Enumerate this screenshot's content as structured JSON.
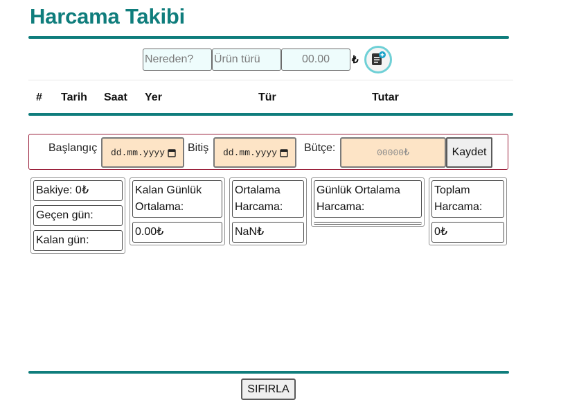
{
  "title": "Harcama Takibi",
  "entry": {
    "place_placeholder": "Nereden?",
    "type_placeholder": "Ürün türü",
    "amount_placeholder": "00.00",
    "currency": "₺",
    "add_icon": "add-note-icon"
  },
  "table": {
    "headers": [
      "#",
      "Tarih",
      "Saat",
      "Yer",
      "Tür",
      "Tutar"
    ]
  },
  "budget": {
    "start_label": "Başlangıç",
    "start_value": "dd.mm.yyyy",
    "end_label": "Bitiş",
    "end_value": "dd.mm.yyyy",
    "budget_label": "Bütçe:",
    "budget_placeholder": "00000₺",
    "save_label": "Kaydet"
  },
  "stats": {
    "balance": "Bakiye: 0₺",
    "days_passed": "Geçen gün:",
    "days_left": "Kalan gün:",
    "remaining_daily_avg_label": "Kalan Günlük Ortalama:",
    "remaining_daily_avg_value": "0.00₺",
    "avg_spending_label": "Ortalama Harcama:",
    "avg_spending_value": "NaN₺",
    "daily_avg_spending_label": "Günlük Ortalama Harcama:",
    "total_spending_label": "Toplam Harcama:",
    "total_spending_value": "0₺"
  },
  "reset_label": "SIFIRLA",
  "colors": {
    "accent": "#0f7d7c",
    "input_bg": "#eefcfc",
    "budget_input_bg": "#fde4c6",
    "budget_border": "#9a1f3a",
    "add_ring": "#6fd0d6"
  }
}
